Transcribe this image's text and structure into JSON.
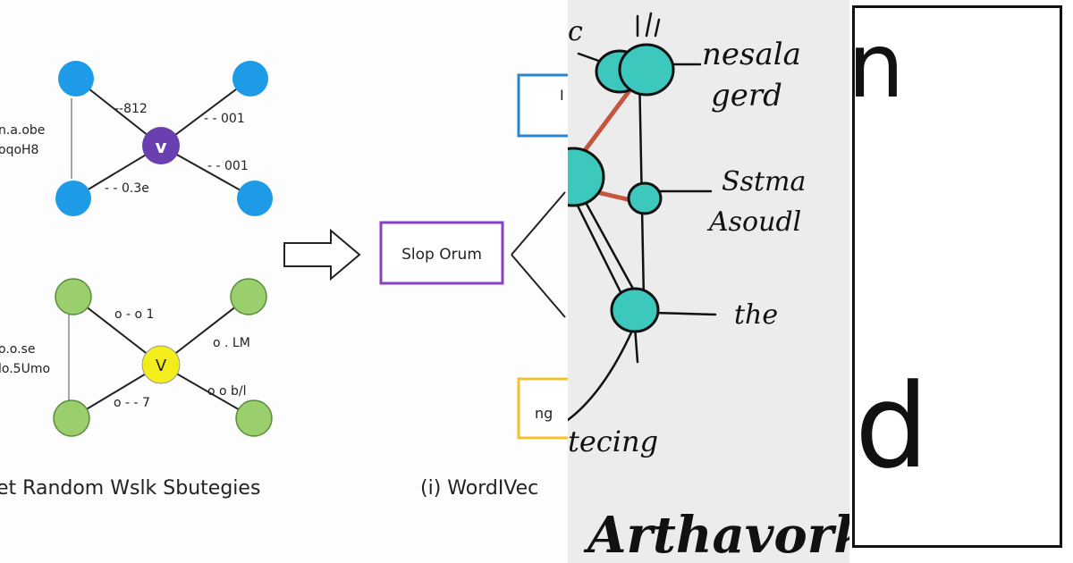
{
  "panel1": {
    "top_graph": {
      "center_label": "v",
      "edge_labels": [
        "--812",
        "- - 001",
        "- - 001",
        "- - 0.3e"
      ],
      "side_labels": [
        "n.a.obe",
        "oqoH8"
      ]
    },
    "bottom_graph": {
      "center_label": "V",
      "edge_labels": [
        "o - o 1",
        "o . LM",
        "o - - 7",
        "o o b/l"
      ],
      "side_labels": [
        "o.o.se",
        "lo.5Umo"
      ]
    },
    "caption_left": "et Random Wslk Sbutegies",
    "box_label": "Slop Orum",
    "box_top_label": "I",
    "box_bottom_label": "ng",
    "caption_right": "(i) WordIVec",
    "colors": {
      "blue_node": "#1e9be6",
      "green_node": "#9bcf6e",
      "purple_center": "#6a3fb0",
      "yellow_center": "#f3ee1b",
      "purple_box": "#8a3fc8",
      "blue_box": "#2a86d1",
      "yellow_box": "#f1c232"
    }
  },
  "panel2": {
    "labels": [
      "c",
      "nesala",
      "gerd",
      "Sstma",
      "Asoudl",
      "the",
      "tecing"
    ],
    "title": "Arthavork",
    "colors": {
      "node": "#3dc8be",
      "red_edge": "#c5553f",
      "background": "#ececec"
    }
  },
  "panel3": {
    "letter_top": "n",
    "letter_bottom": "d"
  }
}
